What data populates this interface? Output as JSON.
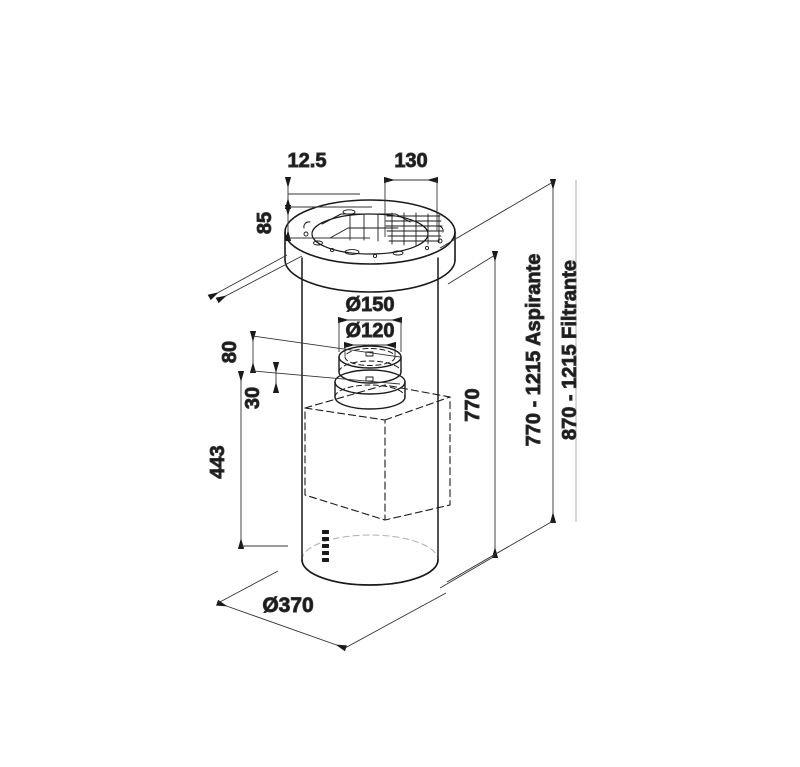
{
  "drawing": {
    "title": "Cylindrical island range hood — isometric dimensioned drawing",
    "background_color": "#ffffff",
    "line_color": "#1a1a1a",
    "dimension_line_color": "#444444",
    "hidden_line_style": "dashed"
  },
  "dimensions": {
    "top_offset": {
      "label": "12.5",
      "orientation": "vertical",
      "note": "small vertical offset at top of collar"
    },
    "collar_width": {
      "label": "130",
      "orientation": "horizontal",
      "note": "horizontal span across grille section of top ring"
    },
    "collar_height": {
      "label": "85",
      "orientation": "vertical",
      "note": "height of top mounting ring"
    },
    "duct_outer": {
      "label": "Ø150",
      "orientation": "horizontal",
      "note": "outer duct connection diameter"
    },
    "duct_inner": {
      "label": "Ø120",
      "orientation": "horizontal",
      "note": "inner duct connection diameter"
    },
    "upper_gap": {
      "label": "80",
      "orientation": "vertical",
      "note": "distance from top of body to upper flange"
    },
    "flange_gap": {
      "label": "30",
      "orientation": "vertical",
      "note": "flange stack height"
    },
    "body_height": {
      "label": "443",
      "orientation": "vertical",
      "note": "cylindrical body height"
    },
    "body_diameter": {
      "label": "Ø370",
      "orientation": "isometric-horizontal",
      "note": "body diameter at base"
    },
    "hood_height": {
      "label": "770",
      "orientation": "vertical",
      "note": "height from base to ceiling plate"
    },
    "range_ducted": {
      "label": "770 - 1215 Aspirante",
      "orientation": "vertical-rotated",
      "note": "adjustable overall height, ducted mode"
    },
    "range_recirc": {
      "label": "870 - 1215 Filtrante",
      "orientation": "vertical-rotated",
      "note": "adjustable overall height, recirculating mode"
    }
  },
  "parts": {
    "top_ring": "ceiling mounting ring with motor grille",
    "upper_tube": "upper cylindrical chimney section",
    "duct_flange_upper": "upper duct flange Ø150",
    "duct_flange_lower": "lower duct flange Ø120",
    "motor_box": "internal rectangular motor housing",
    "body": "main cylindrical hood body Ø370",
    "control_panel": "vertical row of control buttons",
    "control_button_count": 5
  }
}
